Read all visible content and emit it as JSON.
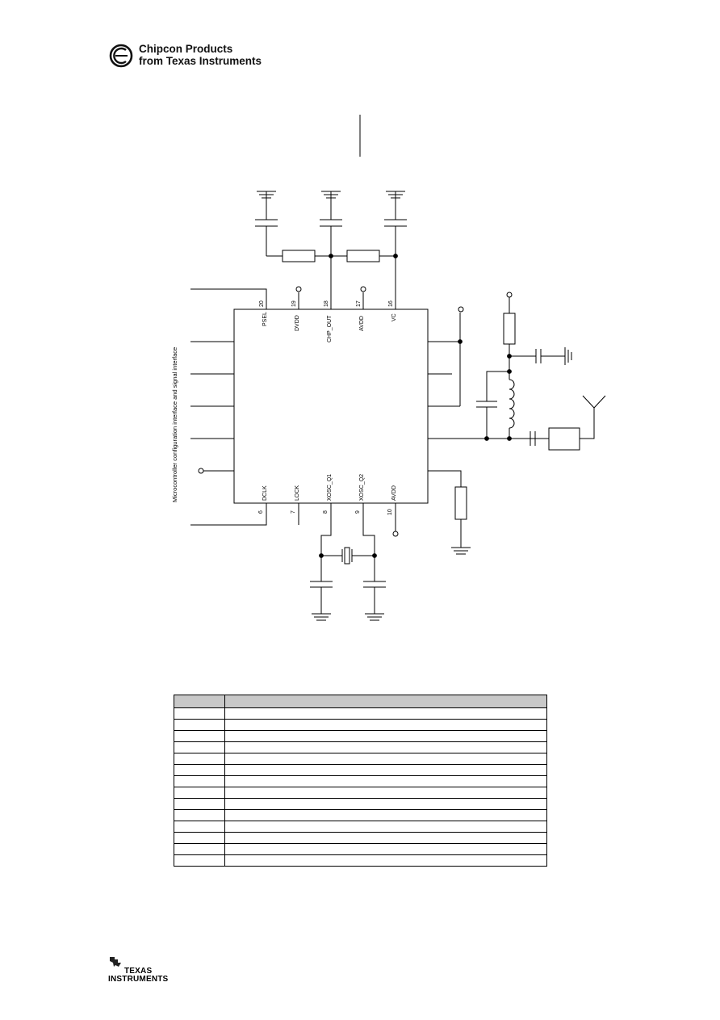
{
  "header": {
    "brand_line1": "Chipcon Products",
    "brand_line2": "from Texas Instruments"
  },
  "schematic": {
    "side_label": "Microcontroller configuration interface and signal interface",
    "top_pins": [
      {
        "num": "20",
        "name": "PSEL"
      },
      {
        "num": "19",
        "name": "DVDD"
      },
      {
        "num": "18",
        "name": "CHP_OUT"
      },
      {
        "num": "17",
        "name": "AVDD"
      },
      {
        "num": "16",
        "name": "VC"
      }
    ],
    "bottom_pins": [
      {
        "num": "6",
        "name": "DCLK"
      },
      {
        "num": "7",
        "name": "LOCK"
      },
      {
        "num": "8",
        "name": "XOSC_Q1"
      },
      {
        "num": "9",
        "name": "XOSC_Q2"
      },
      {
        "num": "10",
        "name": "AVDD"
      }
    ]
  },
  "bom": {
    "rows": 15
  },
  "footer": {
    "ti_line1": "TEXAS",
    "ti_line2": "INSTRUMENTS"
  }
}
